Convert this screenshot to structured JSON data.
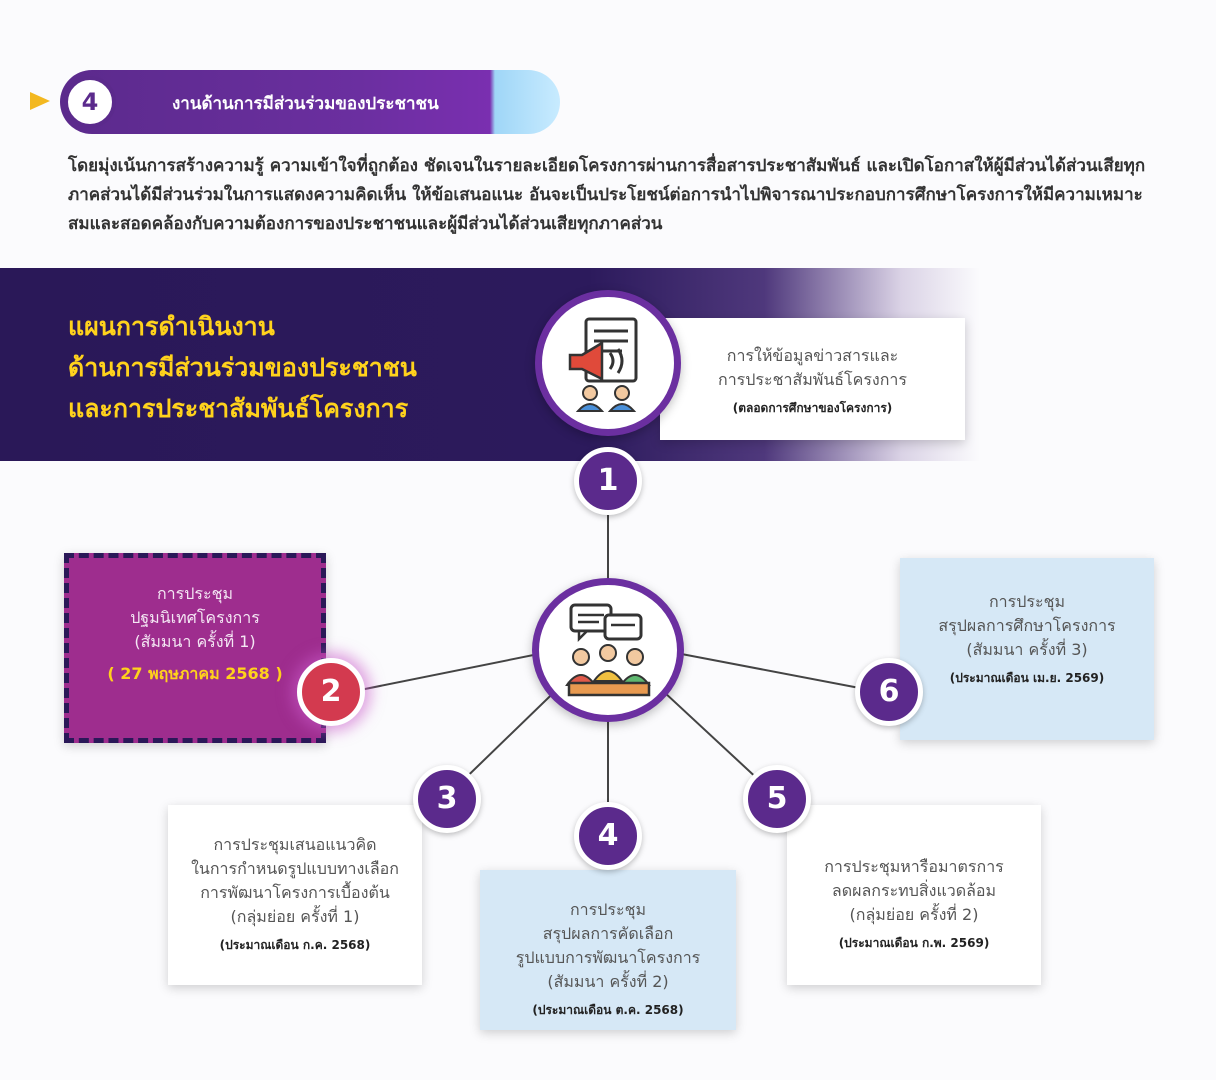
{
  "section": {
    "number": "4",
    "title": "งานด้านการมีส่วนร่วมของประชาชน"
  },
  "intro": "โดยมุ่งเน้นการสร้างความรู้ ความเข้าใจที่ถูกต้อง ชัดเจนในรายละเอียดโครงการผ่านการสื่อสารประชาสัมพันธ์ และเปิดโอกาสให้ผู้มีส่วนได้ส่วนเสียทุกภาคส่วนได้มีส่วนร่วมในการแสดงความคิดเห็น ให้ข้อเสนอแนะ อันจะเป็นประโยชน์ต่อการนำไปพิจารณาประกอบการศึกษาโครงการให้มีความเหมาะสมและสอดคล้องกับความต้องการของประชาชนและผู้มีส่วนได้ส่วนเสียทุกภาคส่วน",
  "banner": {
    "title_lines": [
      "แผนการดำเนินงาน",
      "ด้านการมีส่วนร่วมของประชาชน",
      "และการประชาสัมพันธ์โครงการ"
    ]
  },
  "icons": {
    "top": "megaphone-document-icon",
    "center": "meeting-discussion-icon"
  },
  "colors": {
    "purple": "#5b2a8c",
    "dark_navy": "#2a1858",
    "yellow": "#ffd21c",
    "magenta": "#9e2d8e",
    "light_blue": "#d6e8f6",
    "red": "#d33a4f"
  },
  "steps": [
    {
      "number": "1",
      "lines": [
        "การให้ข้อมูลข่าวสารและ",
        "การประชาสัมพันธ์โครงการ"
      ],
      "note": "(ตลอดการศึกษาของโครงการ)"
    },
    {
      "number": "2",
      "lines": [
        "การประชุม",
        "ปฐมนิเทศโครงการ",
        "(สัมมนา ครั้งที่ 1)"
      ],
      "note": "( 27 พฤษภาคม 2568 )"
    },
    {
      "number": "3",
      "lines": [
        "การประชุมเสนอแนวคิด",
        "ในการกำหนดรูปแบบทางเลือก",
        "การพัฒนาโครงการเบื้องต้น",
        "(กลุ่มย่อย ครั้งที่ 1)"
      ],
      "note": "(ประมาณเดือน ก.ค. 2568)"
    },
    {
      "number": "4",
      "lines": [
        "การประชุม",
        "สรุปผลการคัดเลือก",
        "รูปแบบการพัฒนาโครงการ",
        "(สัมมนา ครั้งที่ 2)"
      ],
      "note": "(ประมาณเดือน ต.ค. 2568)"
    },
    {
      "number": "5",
      "lines": [
        "การประชุมหารือมาตรการ",
        "ลดผลกระทบสิ่งแวดล้อม",
        "(กลุ่มย่อย ครั้งที่ 2)"
      ],
      "note": "(ประมาณเดือน ก.พ. 2569)"
    },
    {
      "number": "6",
      "lines": [
        "การประชุม",
        "สรุปผลการศึกษาโครงการ",
        "(สัมมนา ครั้งที่ 3)"
      ],
      "note": "(ประมาณเดือน เม.ย. 2569)"
    }
  ]
}
